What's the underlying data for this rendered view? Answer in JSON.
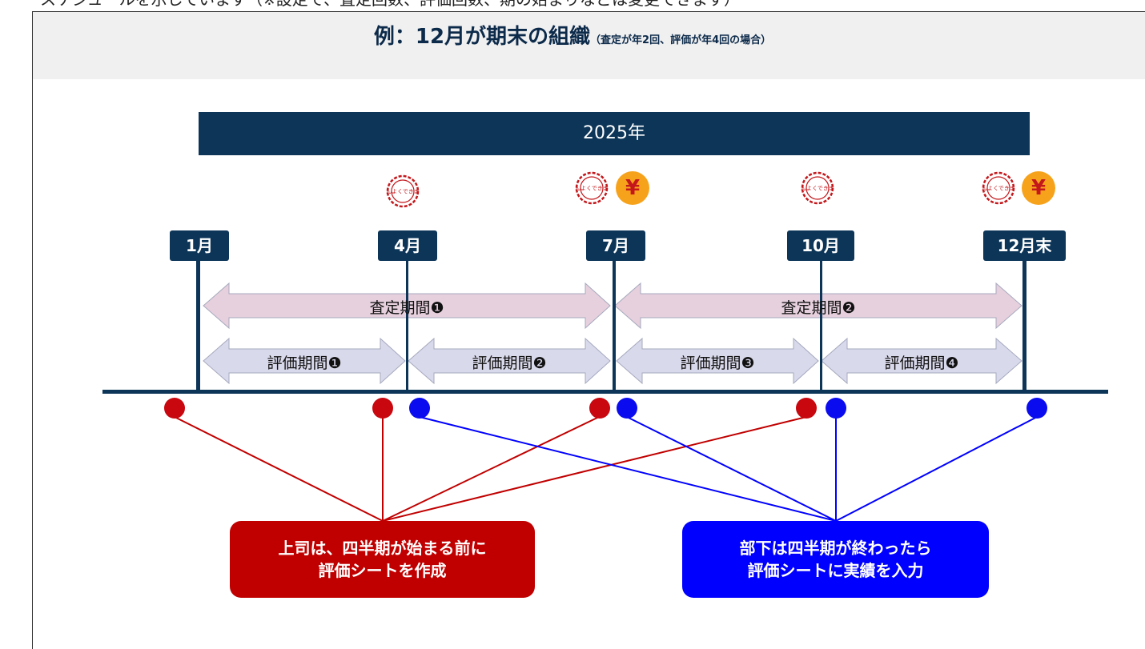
{
  "top_text": "スケジュールを示しています（※設定で、査定回数、評価回数、期の始まりなどは変更できます）",
  "title": {
    "main": "例：12月が期末の組織",
    "sub": "（査定が年2回、評価が年4回の場合）"
  },
  "year_label": "2025年",
  "months": [
    "1月",
    "4月",
    "7月",
    "10月",
    "12月末"
  ],
  "assessment_periods": [
    "査定期間❶",
    "査定期間❷"
  ],
  "evaluation_periods": [
    "評価期間❶",
    "評価期間❷",
    "評価期間❸",
    "評価期間❹"
  ],
  "icons": {
    "stamp": "taihen-yoku-dekimashita-stamp-icon",
    "bonus": "yen-coin-icon",
    "stamp_text": "たいへんよくできました！",
    "yen_symbol": "¥"
  },
  "callouts": {
    "manager": {
      "line1": "上司は、四半期が始まる前に",
      "line2": "評価シートを作成"
    },
    "subordinate": {
      "line1": "部下は四半期が終わったら",
      "line2": "評価シートに実績を入力"
    }
  },
  "colors": {
    "navy": "#0c3558",
    "assessment_arrow": "#e6d0dd",
    "evaluation_arrow": "#d9d9ec",
    "manager_red": "#c00000",
    "subordinate_blue": "#0000ff",
    "yen_orange": "#f7a21b"
  }
}
